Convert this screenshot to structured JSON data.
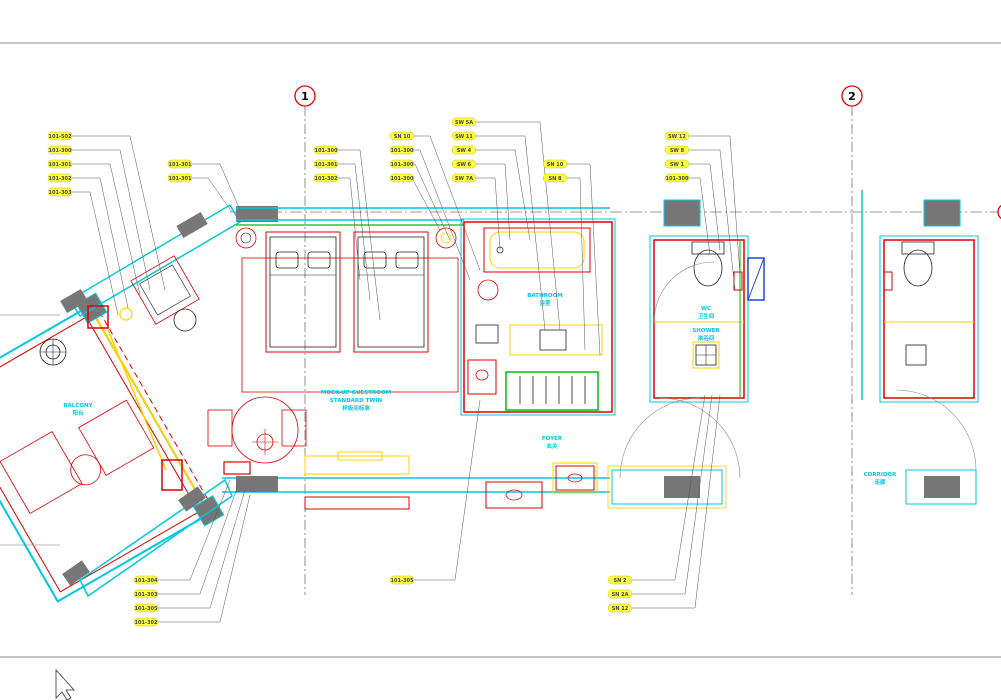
{
  "grid_axes": [
    "1",
    "2"
  ],
  "rooms": {
    "balcony": {
      "en": "BALCONY",
      "cn": "阳台"
    },
    "mockup": {
      "en": "MOCK-UP GUESTROOM",
      "en2": "STANDARD TWIN",
      "cn": "样板间标准"
    },
    "bathroom": {
      "en": "BATHROOM",
      "cn": "浴室"
    },
    "wc": {
      "en": "WC",
      "cn": "卫生间"
    },
    "shower": {
      "en": "SHOWER",
      "cn": "淋浴间"
    },
    "foyer": {
      "en": "FOYER",
      "cn": "玄关"
    },
    "corridor": {
      "en": "CORRIDOR",
      "cn": "走廊"
    }
  },
  "tags": {
    "left_top": [
      "101-502",
      "101-300",
      "101-301",
      "101-302",
      "101-303"
    ],
    "left_mid": [
      "101-301",
      "101-301"
    ],
    "center": [
      "101-300",
      "101-301",
      "101-302"
    ],
    "sn_group1": [
      "SN 10",
      "101-300",
      "101-300",
      "101-300"
    ],
    "sw_group": [
      "SW 5A",
      "SW 11",
      "SW 4",
      "SW 6",
      "SW 7A"
    ],
    "sn_group2": [
      "SN 10",
      "SN 8"
    ],
    "right_group": [
      "SW 12",
      "SW 8",
      "SW 1",
      "101-300"
    ],
    "bottom_left": [
      "101-304",
      "101-303",
      "101-305",
      "101-302"
    ],
    "bottom_center": [
      "101-305"
    ],
    "bottom_right": [
      "SN 2",
      "SN 2A",
      "SN 12"
    ]
  }
}
